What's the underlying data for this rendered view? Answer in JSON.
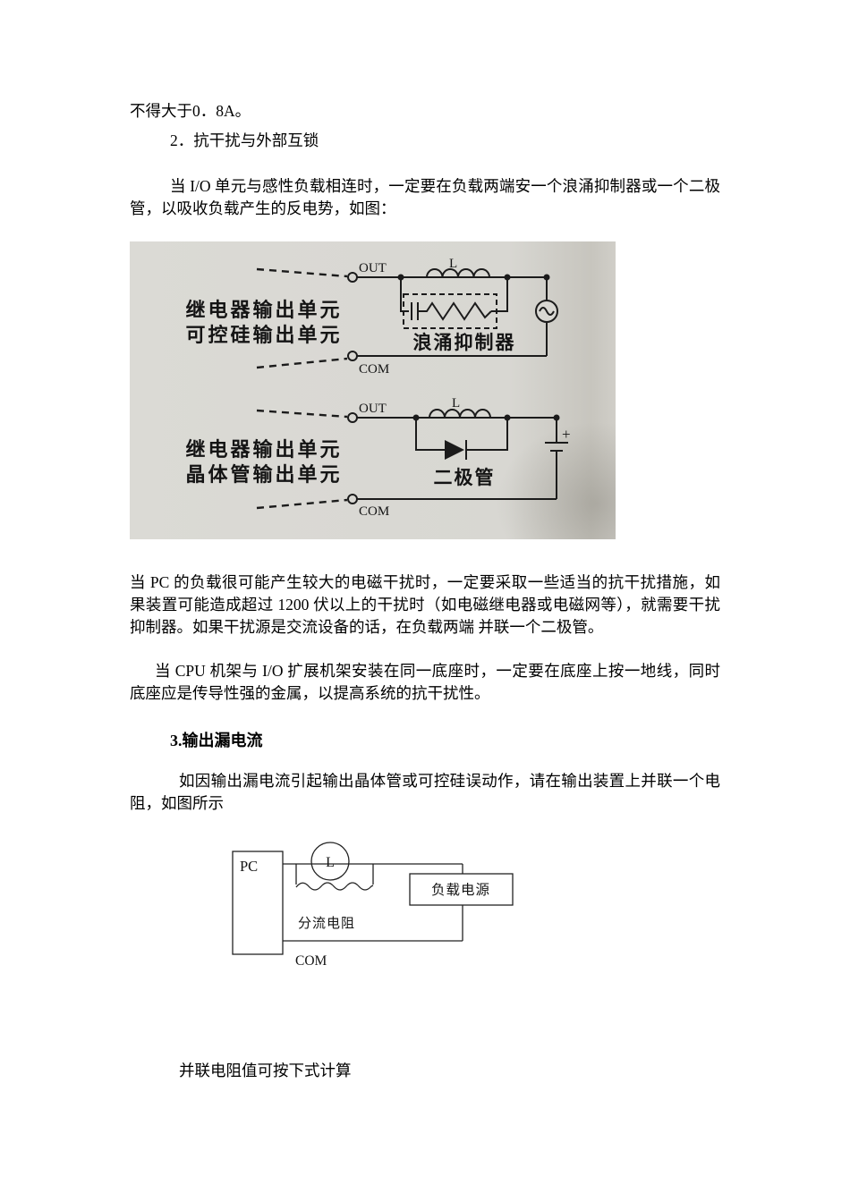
{
  "document": {
    "intro_line": "不得大于0．8A。",
    "section2_heading": "2．抗干扰与外部互锁",
    "para_surge": "当 I/O 单元与感性负载相连时，一定要在负载两端安一个浪涌抑制器或一个二极管，以吸收负载产生的反电势，如图：",
    "para_emi": "当 PC 的负载很可能产生较大的电磁干扰时，一定要采取一些适当的抗干扰措施，如果装置可能造成超过 1200 伏以上的干扰时（如电磁继电器或电磁网等），就需要干扰抑制器。如果干扰源是交流设备的话，在负载两端 并联一个二极管。",
    "para_ground": "当 CPU 机架与 I/O 扩展机架安装在同一底座时，一定要在底座上按一地线，同时底座应是传导性强的金属，以提高系统的抗干扰性。",
    "section3_heading": "3.输出漏电流",
    "para_leakage": "如因输出漏电流引起输出晶体管或可控硅误动作，请在输出装置上并联一个电阻，如图所示",
    "closing_line": "并联电阻值可按下式计算"
  },
  "surge_diagram": {
    "relay_scr": {
      "unit_label_line1": "继电器输出单元",
      "unit_label_line2": "可控硅输出单元",
      "out": "OUT",
      "com": "COM",
      "inductor": "L",
      "component": "浪涌抑制器"
    },
    "relay_transistor": {
      "unit_label_line1": "继电器输出单元",
      "unit_label_line2": "晶体管输出单元",
      "out": "OUT",
      "com": "COM",
      "inductor": "L",
      "component": "二极管",
      "battery_plus": "+"
    }
  },
  "leakage_diagram": {
    "pc": "PC",
    "inductor": "L",
    "shunt_resistor": "分流电阻",
    "load_power": "负载电源",
    "com": "COM"
  }
}
